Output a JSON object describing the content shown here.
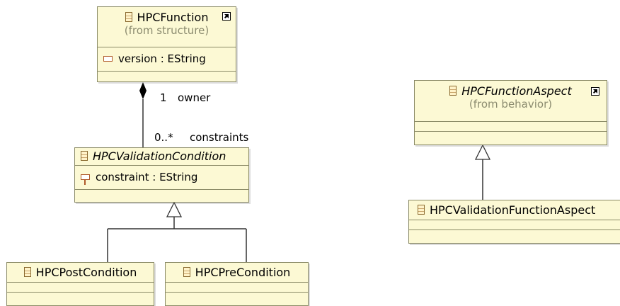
{
  "classes": {
    "hpc_function": {
      "name": "HPCFunction",
      "origin": "(from structure)",
      "attributes": [
        "version : EString"
      ]
    },
    "hpc_validation_condition": {
      "name": "HPCValidationCondition",
      "attributes": [
        "constraint : EString"
      ]
    },
    "hpc_post_condition": {
      "name": "HPCPostCondition"
    },
    "hpc_pre_condition": {
      "name": "HPCPreCondition"
    },
    "hpc_function_aspect": {
      "name": "HPCFunctionAspect",
      "origin": "(from behavior)"
    },
    "hpc_validation_function_aspect": {
      "name": "HPCValidationFunctionAspect"
    }
  },
  "association": {
    "owner_multiplicity": "1",
    "owner_role": "owner",
    "constraints_multiplicity": "0..*",
    "constraints_role": "constraints"
  },
  "icons": {
    "class": "class-icon",
    "attribute": "attribute-icon",
    "key_attribute": "key-attribute-icon",
    "external_link": "shortcut-icon"
  },
  "colors": {
    "class_fill": "#fcf9d4",
    "class_border": "#8a8a66",
    "origin_text": "#8c8c70"
  }
}
